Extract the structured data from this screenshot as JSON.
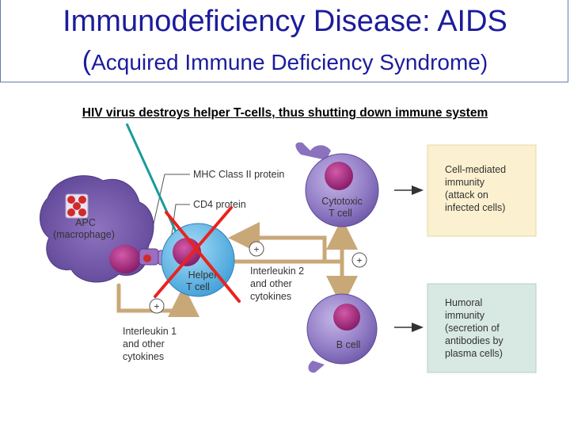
{
  "title": {
    "line1": "Immunodeficiency Disease: AIDS",
    "line2_paren": "(",
    "line2_text": "Acquired Immune Deficiency Syndrome)"
  },
  "subtitle": "HIV virus destroys helper T-cells, thus shutting down immune system",
  "diagram": {
    "mhc_label": "MHC Class II protein",
    "cd4_label": "CD4 protein",
    "apc_label_1": "APC",
    "apc_label_2": "(macrophage)",
    "helper_label_1": "Helper",
    "helper_label_2": "T cell",
    "cytotoxic_label_1": "Cytotoxic",
    "cytotoxic_label_2": "T cell",
    "bcell_label": "B cell",
    "il2_lines": [
      "Interleukin 2",
      "and other",
      "cytokines"
    ],
    "il1_lines": [
      "Interleukin 1",
      "and other",
      "cytokines"
    ],
    "plus_sign": "+",
    "cell_mediated_lines": [
      "Cell-mediated",
      "immunity",
      "(attack on",
      "infected cells)"
    ],
    "humoral_lines": [
      "Humoral",
      "immunity",
      "(secretion of",
      "antibodies by",
      "plasma cells)"
    ]
  },
  "colors": {
    "title_blue": "#1c1c9c",
    "cell_purple": "#8a72bf",
    "helper_blue": "#5fb8e8",
    "arrow_tan": "#c9a878",
    "cross_red": "#e8231e",
    "pointer_teal": "#1b9a9a",
    "cell_mediated_bg": "#fbf0cf",
    "humoral_bg": "#d8e8e2"
  }
}
